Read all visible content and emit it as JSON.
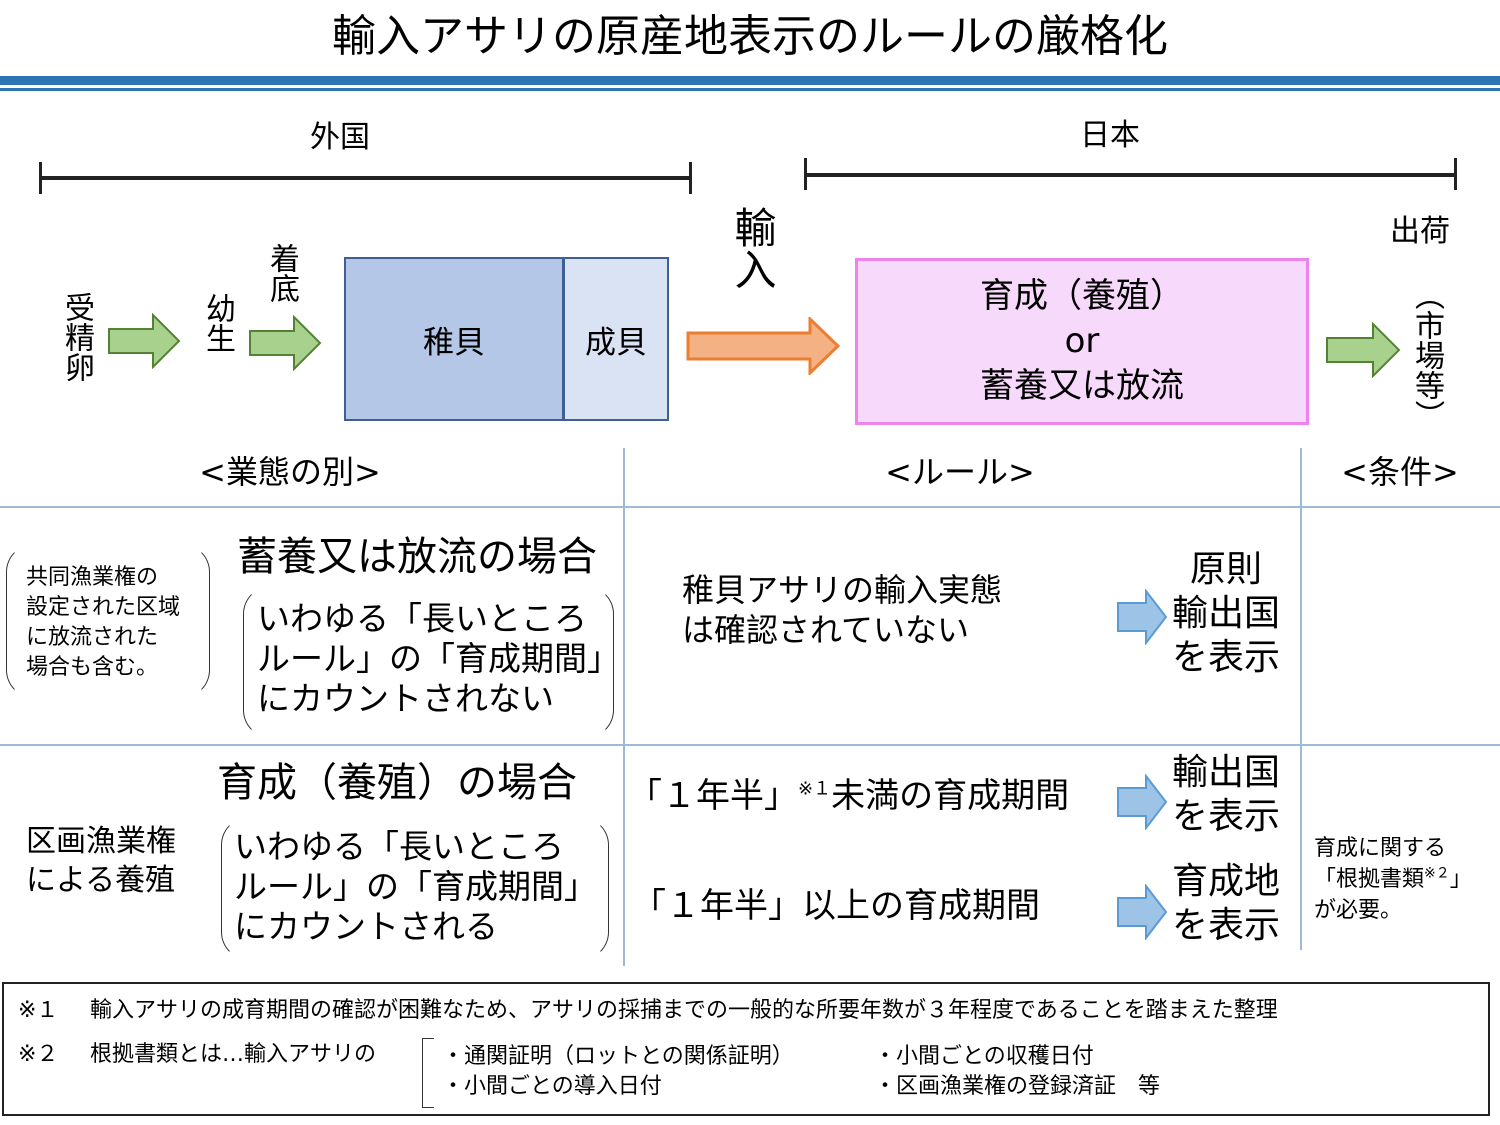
{
  "title": "輸入アサリの原産地表示のルールの厳格化",
  "regions": {
    "foreign": "外国",
    "japan": "日本"
  },
  "flow": {
    "fertilized_egg": "受精卵",
    "larva": "幼生",
    "settlement": "着底",
    "juvenile": "稚貝",
    "adult": "成貝",
    "import": "輸入",
    "japan_box": {
      "line1": "育成（養殖）",
      "line2": "or",
      "line3": "蓄養又は放流"
    },
    "shipment": "出荷",
    "shipment_note": "（市場等）"
  },
  "colors": {
    "title_bar": "#2e74b5",
    "juvenile_fill": "#b4c7e7",
    "adult_fill": "#dae3f3",
    "japan_box_fill": "#f7d9fb",
    "japan_box_border": "#ee82ee",
    "green_arrow": "#a9d18e",
    "orange_arrow": "#f4b183",
    "blue_arrow": "#9dc3e6",
    "grid_line": "#9dbbd9"
  },
  "table": {
    "headers": {
      "business_type": "<業態の別>",
      "rule": "<ルール>",
      "condition": "<条件>"
    },
    "row1": {
      "side_note": [
        "共同漁業権の",
        "設定された区域",
        "に放流された",
        "場合も含む。"
      ],
      "case_title": "蓄養又は放流の場合",
      "quote": [
        "いわゆる「長いところ",
        "ルール」の「育成期間」",
        "にカウントされない"
      ],
      "rule": [
        "稚貝アサリの輸入実態",
        "は確認されていない"
      ],
      "result": [
        "原則",
        "輸出国",
        "を表示"
      ]
    },
    "row2": {
      "side_note": [
        "区画漁業権",
        "による養殖"
      ],
      "case_title": "育成（養殖）の場合",
      "quote": [
        "いわゆる「長いところ",
        "ルール」の「育成期間」",
        "にカウントされる"
      ],
      "rule_a": {
        "prefix": "「１年半」",
        "note": "※１",
        "suffix": "未満の育成期間"
      },
      "result_a": [
        "輸出国",
        "を表示"
      ],
      "rule_b": "「１年半」以上の育成期間",
      "result_b": [
        "育成地",
        "を表示"
      ],
      "condition": {
        "line1": "育成に関する",
        "line2_prefix": "「根拠書類",
        "line2_note": "※２",
        "line2_suffix": "」",
        "line3": "が必要。"
      }
    }
  },
  "notes": {
    "note1_mark": "※１",
    "note1_text": "輸入アサリの成育期間の確認が困難なため、アサリの採捕までの一般的な所要年数が３年程度であることを踏まえた整理",
    "note2_mark": "※２",
    "note2_lead": "根拠書類とは…輸入アサリの",
    "note2_items": [
      "・通関証明（ロットとの関係証明）",
      "・小間ごとの収穫日付",
      "・小間ごとの導入日付",
      "・区画漁業権の登録済証　等"
    ]
  }
}
